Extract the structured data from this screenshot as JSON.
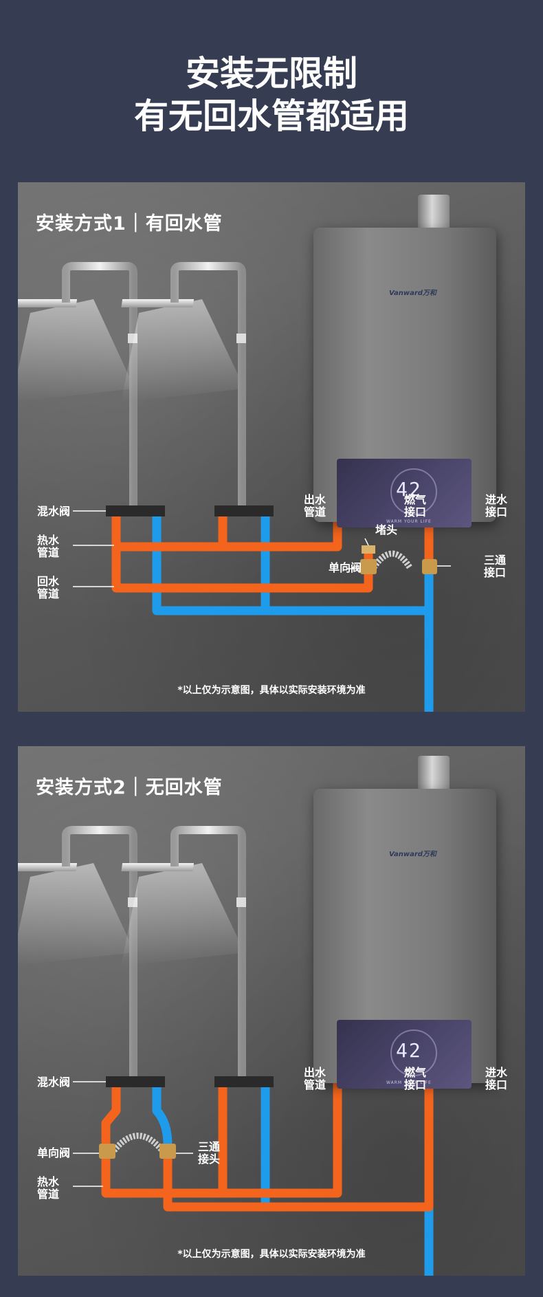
{
  "title": {
    "line1": "安装无限制",
    "line2": "有无回水管都适用"
  },
  "sections": [
    {
      "heading": "安装方式1｜有回水管",
      "labels": {
        "mixing_valve": "混水阀",
        "hot_pipe_1": "热水",
        "hot_pipe_2": "管道",
        "return_pipe_1": "回水",
        "return_pipe_2": "管道",
        "outlet_1": "出水",
        "outlet_2": "管道",
        "gas_1": "燃气",
        "gas_2": "接口",
        "inlet_1": "进水",
        "inlet_2": "接口",
        "plug": "堵头",
        "check_valve": "单向阀",
        "tee_1": "三通",
        "tee_2": "接口"
      },
      "note": "*以上仅为示意图，具体以实际安装环境为准"
    },
    {
      "heading": "安装方式2｜无回水管",
      "labels": {
        "mixing_valve": "混水阀",
        "check_valve": "单向阀",
        "hot_pipe_1": "热水",
        "hot_pipe_2": "管道",
        "tee_1": "三通",
        "tee_2": "接头",
        "outlet_1": "出水",
        "outlet_2": "管道",
        "gas_1": "燃气",
        "gas_2": "接口",
        "inlet_1": "进水",
        "inlet_2": "接口"
      },
      "note": "*以上仅为示意图，具体以实际安装环境为准"
    }
  ],
  "heater": {
    "brand": "Vanward万和",
    "display": "42",
    "slogan": "WARM YOUR LIFE"
  },
  "colors": {
    "background": "#363d53",
    "hot_pipe": "#f4641c",
    "cold_pipe": "#1e9bea",
    "text": "#ffffff"
  }
}
